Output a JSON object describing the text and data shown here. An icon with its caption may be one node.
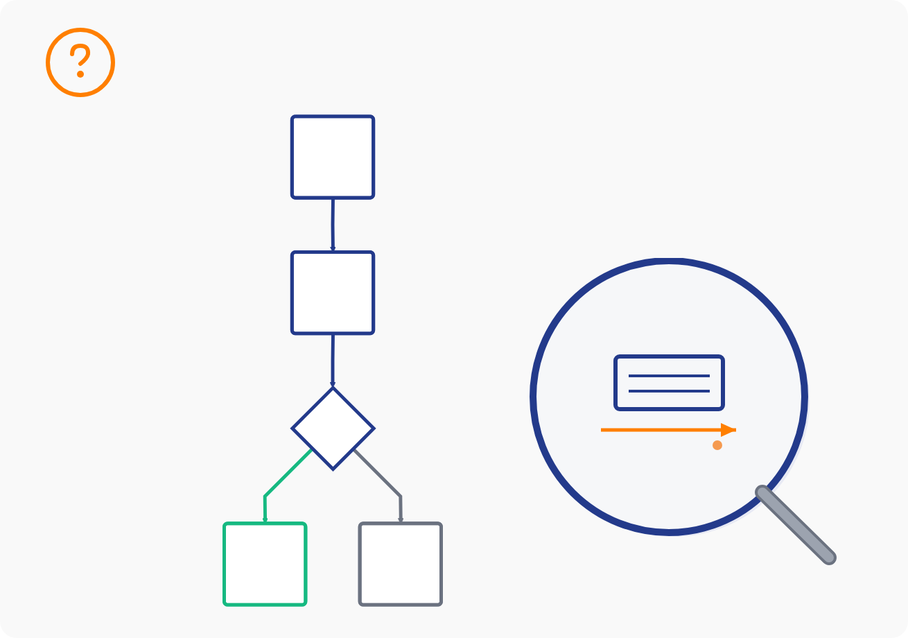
{
  "diagram": {
    "nodes": [
      {
        "text": [],
        "shape": "box"
      },
      {
        "text": [],
        "shape": "box"
      },
      {
        "text": [],
        "shape": "diamond"
      },
      {
        "text": [],
        "shape": "box"
      },
      {
        "text": [],
        "shape": "box"
      }
    ],
    "edges": [
      {
        "from": 0,
        "to": 1,
        "arrow": "to"
      },
      {
        "from": 1,
        "to": 2,
        "arrow": "to"
      },
      {
        "from": 2,
        "to": 3,
        "arrow": "to",
        "color": "#16b981"
      },
      {
        "from": 2,
        "to": 4,
        "arrow": "to",
        "color": "#6b7280"
      }
    ]
  }
}
